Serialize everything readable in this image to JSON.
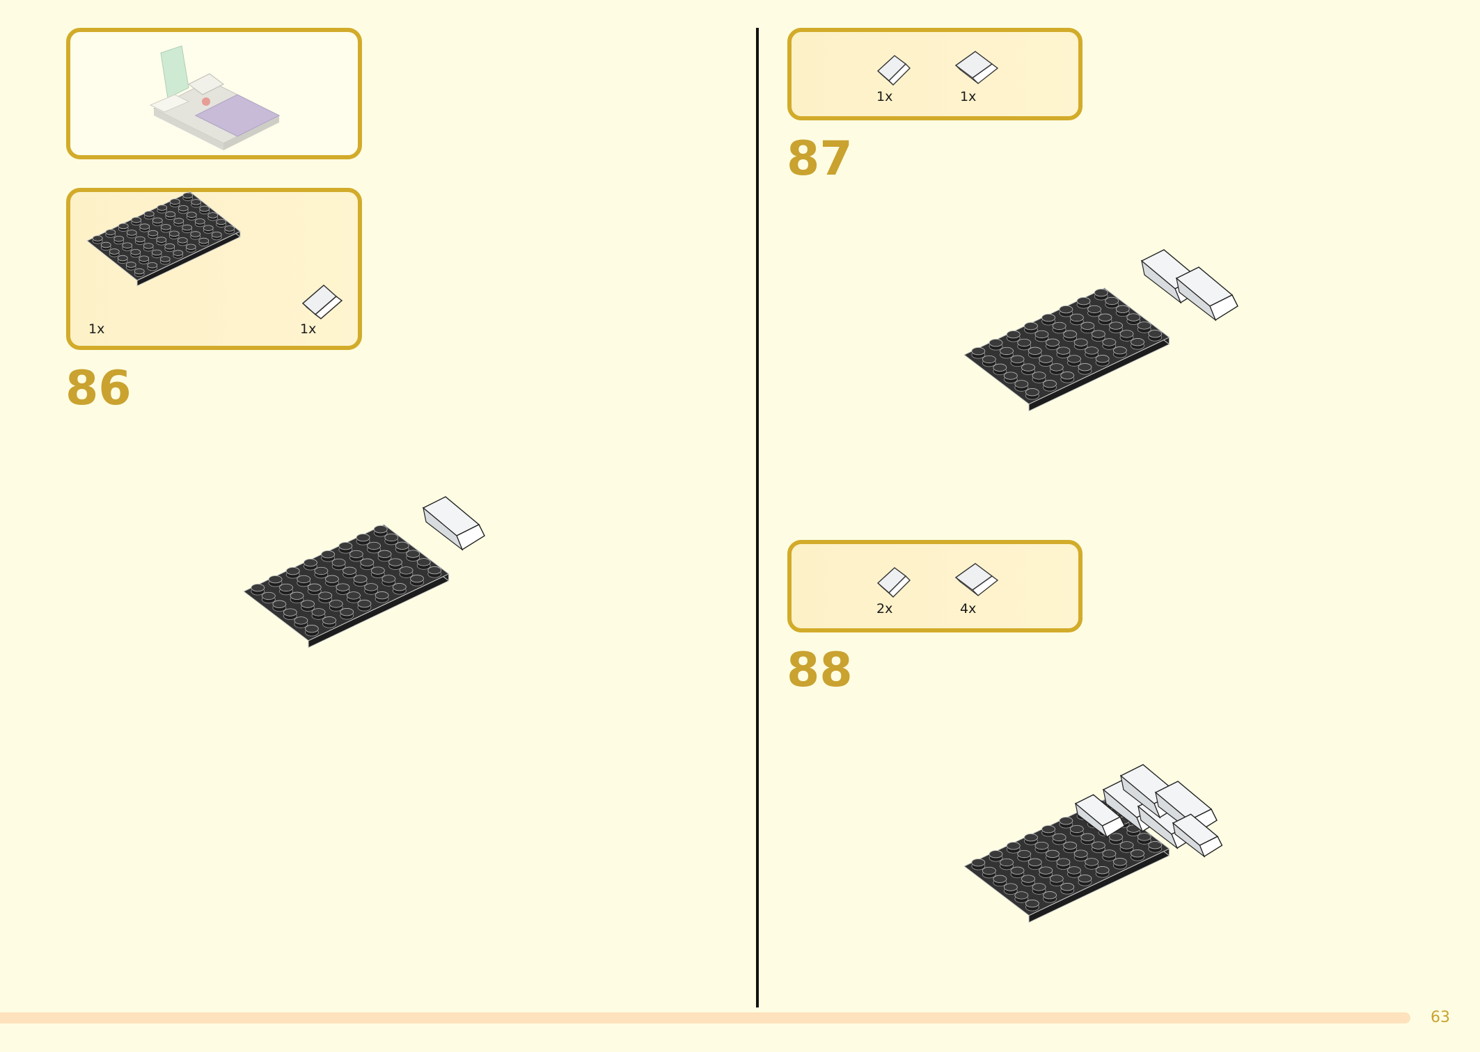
{
  "steps": [
    {
      "number": "86",
      "parts": [
        {
          "name": "black-plate-6x8",
          "quantity": "1x"
        },
        {
          "name": "white-slope-brick",
          "quantity": "1x"
        }
      ]
    },
    {
      "number": "87",
      "parts": [
        {
          "name": "white-slope-small",
          "quantity": "1x"
        },
        {
          "name": "white-slope-large",
          "quantity": "1x"
        }
      ]
    },
    {
      "number": "88",
      "parts": [
        {
          "name": "white-slope-small",
          "quantity": "2x"
        },
        {
          "name": "white-slope-large",
          "quantity": "4x"
        }
      ]
    }
  ],
  "page_number": "63",
  "colors": {
    "page_background": "#fefde3",
    "box_border": "#d2ab2a",
    "step_number": "#c9a230",
    "plate": "#2b2b2b",
    "bottom_bar": "#fde2bd"
  }
}
